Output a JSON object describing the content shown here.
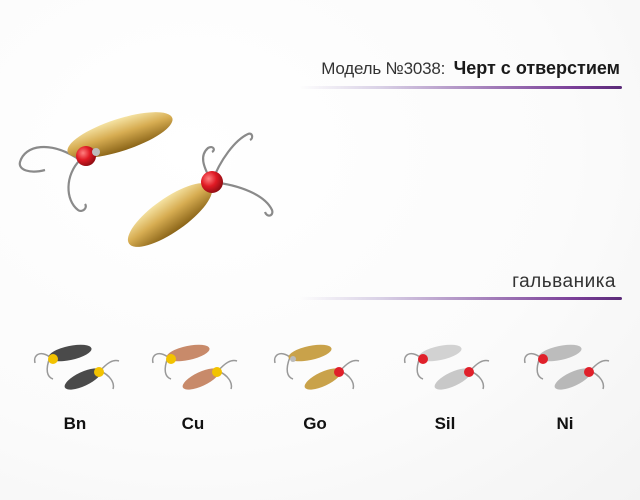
{
  "header": {
    "model_label": "Модель №3038:",
    "model_name": "Черт с отверстием"
  },
  "section": {
    "label": "гальваника"
  },
  "variants": [
    {
      "code": "Bn",
      "body_color": "#4a4a4a",
      "bead_color": "#f2c200"
    },
    {
      "code": "Cu",
      "body_color": "#c88a6a",
      "bead_color": "#f2c200"
    },
    {
      "code": "Go",
      "body_color": "#c9a24a",
      "bead_color": "#e0202a"
    },
    {
      "code": "Sil",
      "body_color": "#c8c8c8",
      "bead_color": "#e0202a"
    },
    {
      "code": "Ni",
      "body_color": "#b8b8b8",
      "bead_color": "#e0202a"
    }
  ],
  "colors": {
    "accent": "#7a3f98"
  }
}
